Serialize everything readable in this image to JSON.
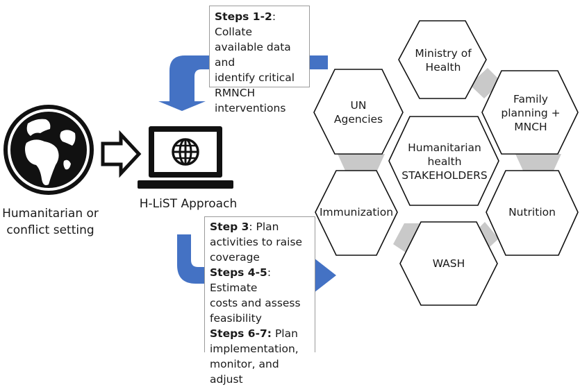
{
  "setting_label": [
    "Humanitarian or",
    "conflict setting"
  ],
  "approach_label": "H-LiST Approach",
  "box_top": {
    "lines": [
      {
        "bold": "Steps 1-2",
        "text": ": Collate"
      },
      {
        "bold": "",
        "text": "available data and"
      },
      {
        "bold": "",
        "text": "identify critical"
      },
      {
        "bold": "",
        "text": "RMNCH"
      },
      {
        "bold": "",
        "text": "interventions"
      }
    ]
  },
  "box_bottom": {
    "lines": [
      {
        "bold": "Step 3",
        "text": ": Plan"
      },
      {
        "bold": "",
        "text": "activities to raise"
      },
      {
        "bold": "",
        "text": "coverage"
      },
      {
        "bold": "Steps 4-5",
        "text": ": Estimate"
      },
      {
        "bold": "",
        "text": "costs and assess"
      },
      {
        "bold": "",
        "text": "feasibility"
      },
      {
        "bold": "Steps 6-7:",
        "text": " Plan"
      },
      {
        "bold": "",
        "text": "implementation,"
      },
      {
        "bold": "",
        "text": "monitor, and adjust"
      }
    ]
  },
  "hexagons": {
    "center": [
      "Humanitarian",
      "health",
      "STAKEHOLDERS"
    ],
    "ministry": [
      "Ministry of",
      "Health"
    ],
    "family": [
      "Family",
      "planning +",
      "MNCH"
    ],
    "nutrition": [
      "Nutrition"
    ],
    "wash": [
      "WASH"
    ],
    "immunization": [
      "Immunization"
    ],
    "un": [
      "UN Agencies"
    ]
  },
  "colors": {
    "arrow_blue": "#4472c4",
    "connector_gray": "#c9c9c9",
    "icon_black": "#111111"
  },
  "icons": {
    "globe": "globe-africa-icon",
    "laptop": "laptop-globe-icon",
    "arrow": "outline-right-arrow-icon"
  }
}
